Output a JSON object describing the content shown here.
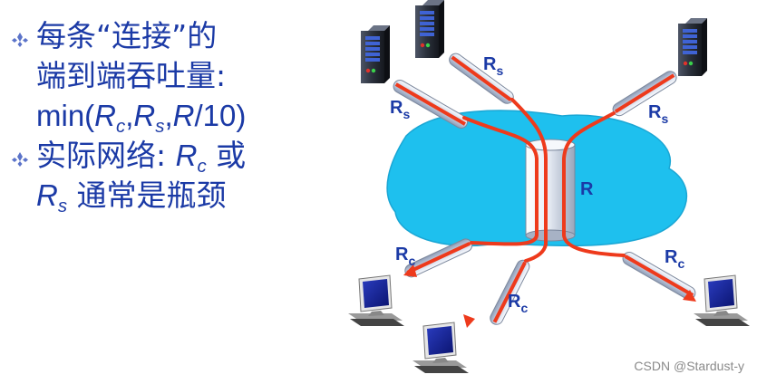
{
  "bullets": [
    {
      "line1": "每条“连接”的",
      "line2": "端到端吞吐量:",
      "formula": {
        "open": "min(",
        "r1": "R",
        "s1": "c",
        "c1": ",",
        "r2": "R",
        "s2": "s",
        "c2": ",",
        "r3": "R",
        "tail": "/10)"
      }
    },
    {
      "line1_prefix": "实际网络: ",
      "line1_var": "R",
      "line1_sub": "c",
      "line1_suffix": " 或",
      "line2_var": "R",
      "line2_sub": "s",
      "line2_suffix": " 通常是瓶颈"
    }
  ],
  "diagram": {
    "core_label": "R",
    "server_link_labels": [
      {
        "main": "R",
        "sub": "s"
      },
      {
        "main": "R",
        "sub": "s"
      },
      {
        "main": "R",
        "sub": "s"
      }
    ],
    "client_link_labels": [
      {
        "main": "R",
        "sub": "c"
      },
      {
        "main": "R",
        "sub": "c"
      },
      {
        "main": "R",
        "sub": "c"
      }
    ]
  },
  "colors": {
    "text": "#1b3aa6",
    "cloud": "#1ec0ee",
    "flow": "#ee3a1c",
    "pipe": "#d7e0ee"
  },
  "watermark": "CSDN @Stardust-y"
}
